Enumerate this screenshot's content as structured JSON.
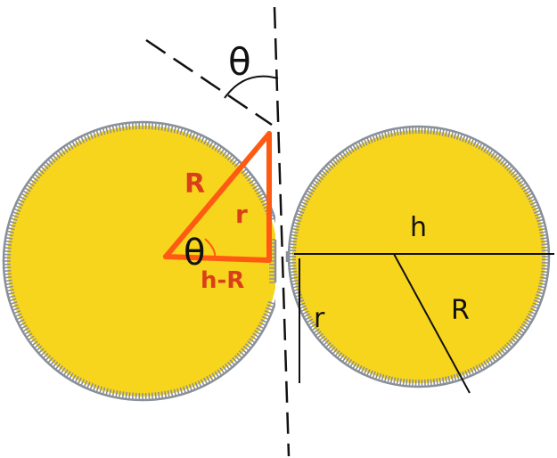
{
  "colors": {
    "cell_fill": "#f8d51d",
    "membrane": "#8a9098",
    "triangle": "#ff5a12",
    "triangle_label": "#d9401a",
    "ink": "#111111"
  },
  "labels": {
    "theta_top": "θ",
    "theta_inner": "θ",
    "triangle_R": "R",
    "triangle_r": "r",
    "triangle_hR": "h-R",
    "right_h": "h",
    "right_R": "R",
    "right_r": "r"
  }
}
